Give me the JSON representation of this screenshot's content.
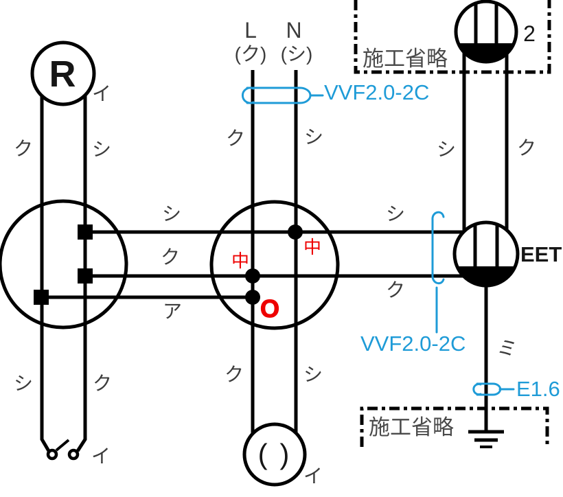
{
  "colors": {
    "line": "#000000",
    "label": "#3C3C3C",
    "blue": "#1E9BD7",
    "red": "#EE0000"
  },
  "power_source": {
    "l": "L",
    "l_wire": "(ク)",
    "n": "N",
    "n_wire": "(シ)"
  },
  "cables": {
    "source": "VVF2.0-2C",
    "eet_run": "VVF2.0-2C",
    "earth": "E1.6"
  },
  "boxes": {
    "top": "施工省略",
    "bottom": "施工省略"
  },
  "devices": {
    "receptacle": {
      "symbol": "R",
      "circuit": "イ"
    },
    "outlet2": {
      "count": "2"
    },
    "eet": {
      "label": "EET"
    },
    "lamp": {
      "symbol": "( )",
      "circuit": "イ"
    },
    "switch": {
      "circuit": "イ"
    }
  },
  "junctions": {
    "neutral_left": "中",
    "neutral_right": "中",
    "o_mark": "O"
  },
  "wire_labels": {
    "r_left": "ク",
    "r_right": "シ",
    "ln_left": "ク",
    "ln_right": "シ",
    "outlet2_left": "シ",
    "outlet2_right": "ク",
    "left_run_top": "シ",
    "left_run_mid": "ク",
    "left_run_bottom": "ア",
    "right_run_top": "シ",
    "right_run_bottom": "ク",
    "lamp_left": "ク",
    "lamp_right": "シ",
    "switch_left": "シ",
    "switch_right": "ク",
    "earth": "ミ"
  }
}
